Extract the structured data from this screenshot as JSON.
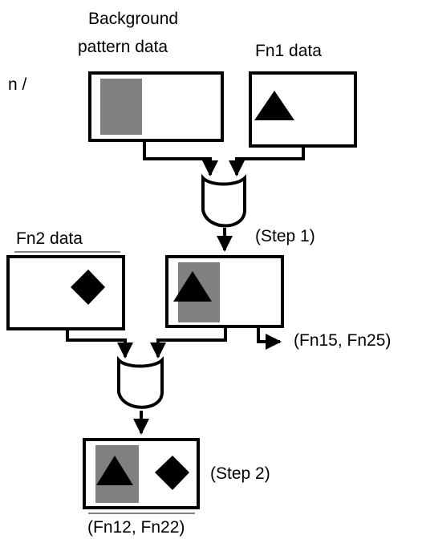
{
  "labels": {
    "background_line1": "Background",
    "background_line2": "pattern data",
    "fn1": "Fn1 data",
    "fn2": "Fn2 data",
    "step1": "(Step 1)",
    "step2": "(Step 2)",
    "output_mid": "(Fn15, Fn25)",
    "output_bottom": "(Fn12, Fn22)",
    "cutoff_fragment": "n /"
  },
  "colors": {
    "line": "#000000",
    "background_pattern": "#808080",
    "shape": "#000000"
  },
  "icons": {
    "background_pattern": "gray-rectangle",
    "fn1": "triangle",
    "fn2": "diamond",
    "combiner": "or-gate"
  }
}
